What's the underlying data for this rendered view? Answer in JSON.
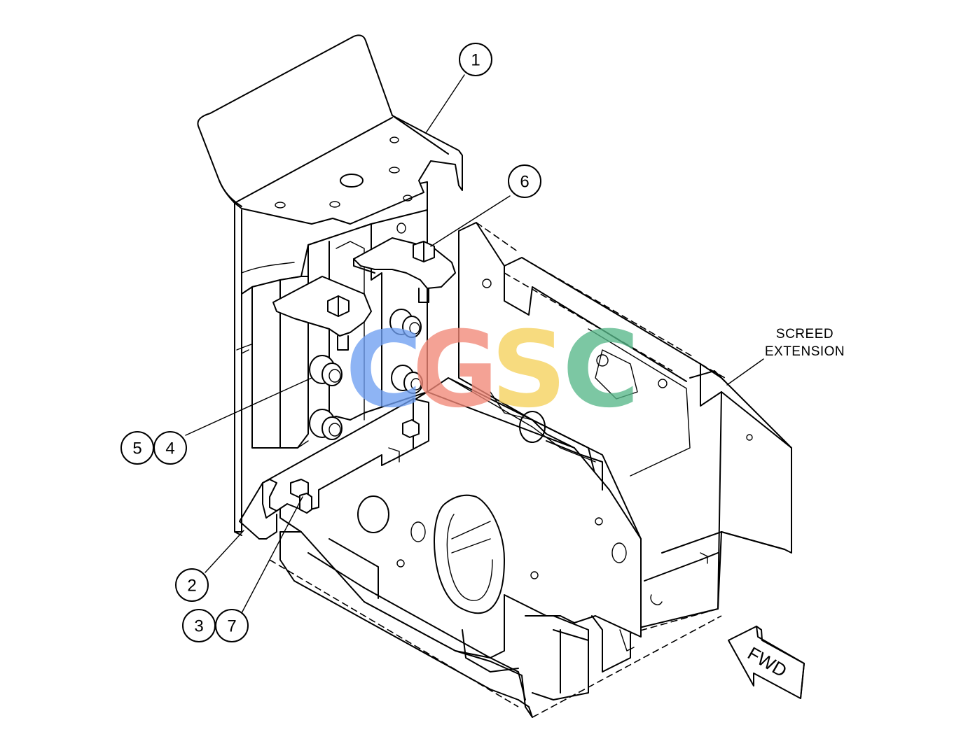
{
  "diagram": {
    "callouts": [
      "1",
      "2",
      "3",
      "4",
      "5",
      "6",
      "7"
    ],
    "labels": {
      "screed_line1": "SCREED",
      "screed_line2": "EXTENSION",
      "fwd": "FWD"
    }
  },
  "watermark": {
    "letters": [
      "C",
      "G",
      "S",
      "C"
    ],
    "colors": [
      "#6f9ff2",
      "#f28878",
      "#f5d25c",
      "#58b88a"
    ]
  }
}
